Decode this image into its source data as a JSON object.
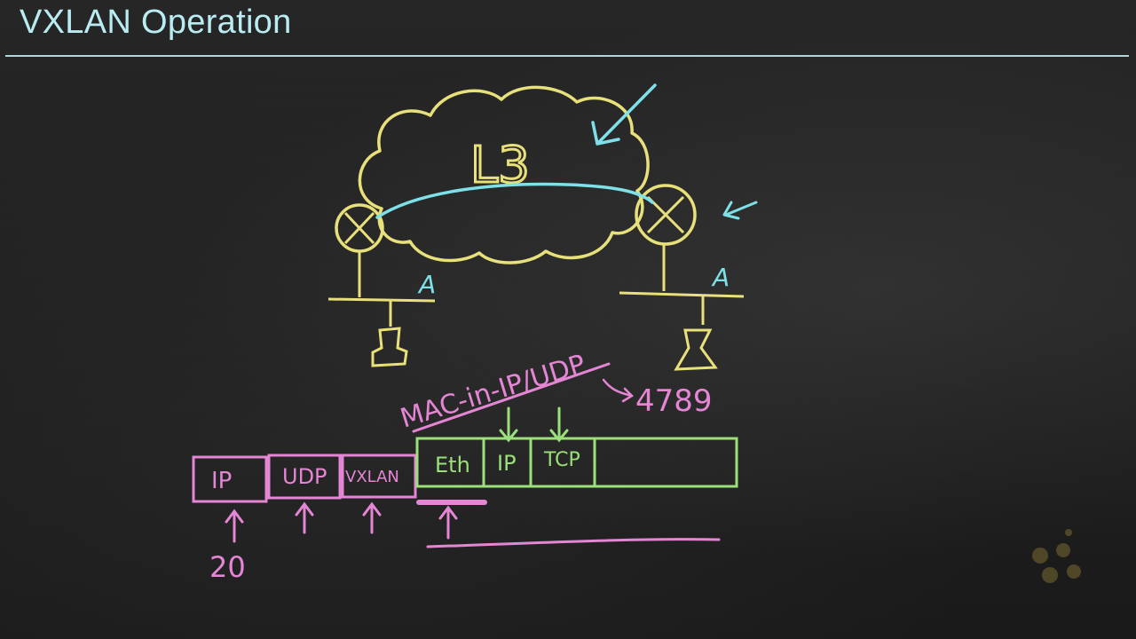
{
  "title": "VXLAN Operation",
  "labels": {
    "cloud": "L3",
    "host_left": "A",
    "host_right": "A",
    "encapsulation": "MAC-in-IP/UDP",
    "udp_port": "4789",
    "ip_header_size": "20"
  },
  "frame_fields": {
    "outer": [
      "IP",
      "UDP",
      "VXLAN"
    ],
    "inner": [
      "Eth",
      "IP",
      "TCP",
      ""
    ]
  },
  "colors": {
    "title": "#b9ecf2",
    "yellow_chalk": "#e8e07a",
    "cyan_chalk": "#7ee0e8",
    "pink_chalk": "#e486d4",
    "green_chalk": "#9be07a",
    "logo": "#7a6a32"
  }
}
